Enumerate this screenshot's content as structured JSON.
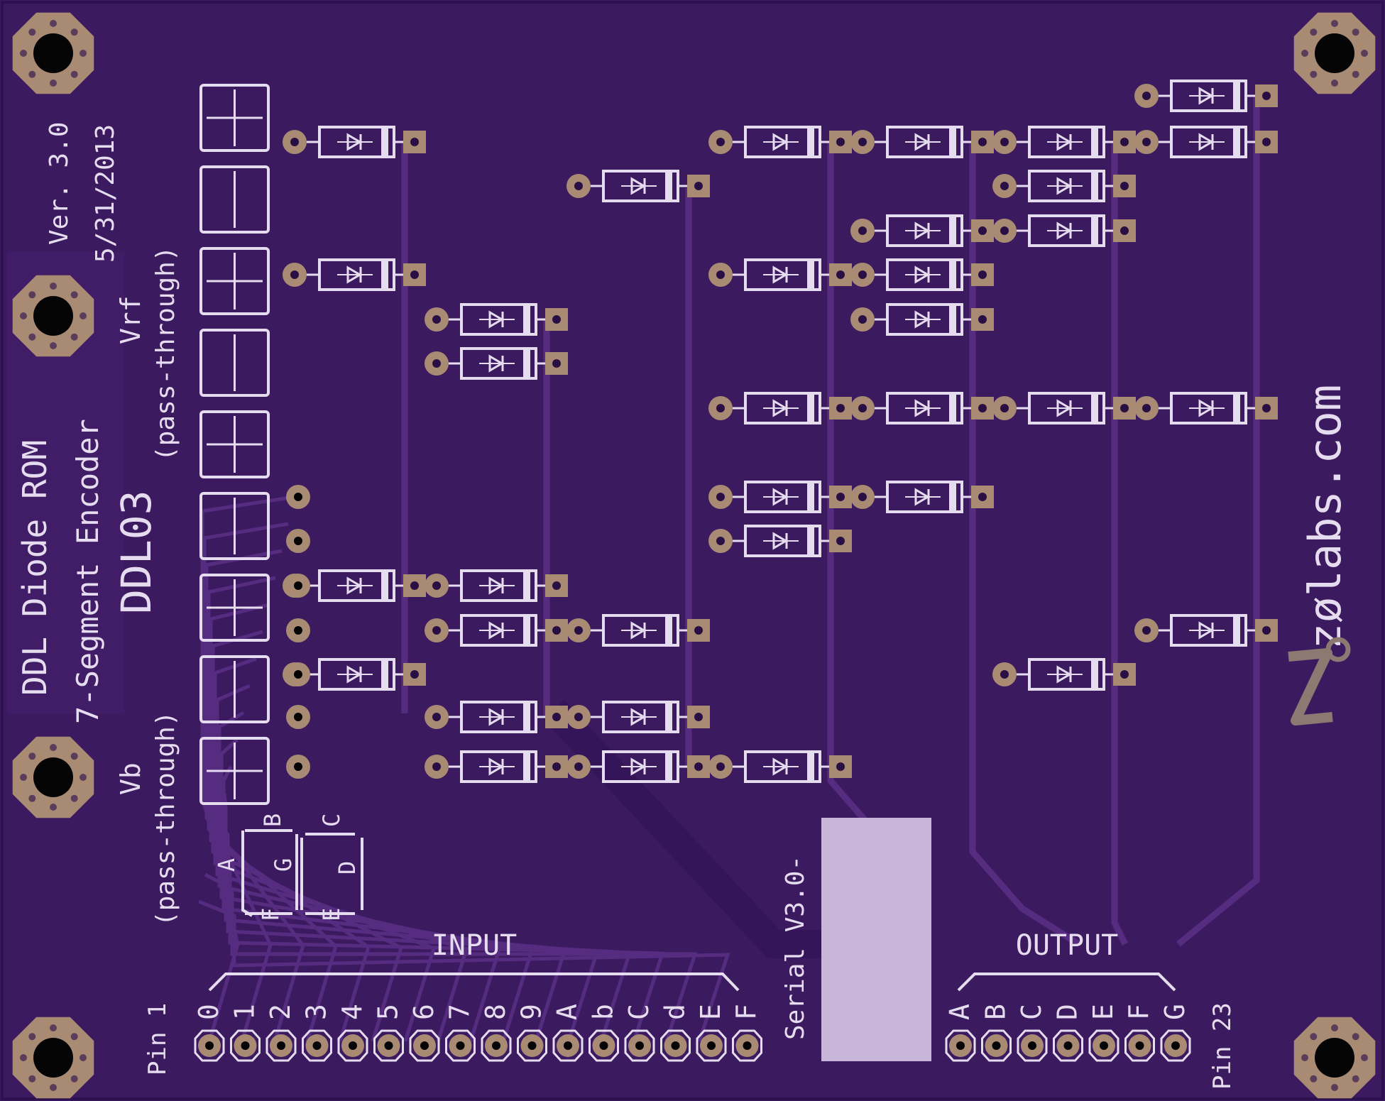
{
  "colors": {
    "board": "#3c1a60",
    "board_edge": "#2e1250",
    "trace": "#552c80",
    "trace_dark": "#35155a",
    "pad": "#a98b74",
    "pad_hole": "#2a0f44",
    "silk": "#e6dcef",
    "label_area": "#c8b6d8"
  },
  "board_text": {
    "title": "DDL Diode ROM",
    "subtitle": "7-Segment Encoder",
    "part": "DDL03",
    "version": "Ver. 3.0",
    "date": "5/31/2013",
    "vrf": "Vrf",
    "vrf_note": "(pass-through)",
    "vb": "Vb",
    "vb_note": "(pass-through)",
    "serial": "Serial V3.0-",
    "input": "INPUT",
    "output": "OUTPUT",
    "pin1": "Pin 1",
    "pin23": "Pin 23",
    "brand": "zølabs.com"
  },
  "segment_key": [
    "A",
    "B",
    "C",
    "D",
    "E",
    "F",
    "G"
  ],
  "input_labels": [
    "0",
    "1",
    "2",
    "3",
    "4",
    "5",
    "6",
    "7",
    "8",
    "9",
    "A",
    "b",
    "C",
    "d",
    "E",
    "F"
  ],
  "output_labels": [
    "A",
    "B",
    "C",
    "D",
    "E",
    "F",
    "G"
  ],
  "icons": [
    "mounting-hole-icon",
    "diode-icon",
    "seven-segment-icon",
    "zolabs-logo-icon"
  ]
}
